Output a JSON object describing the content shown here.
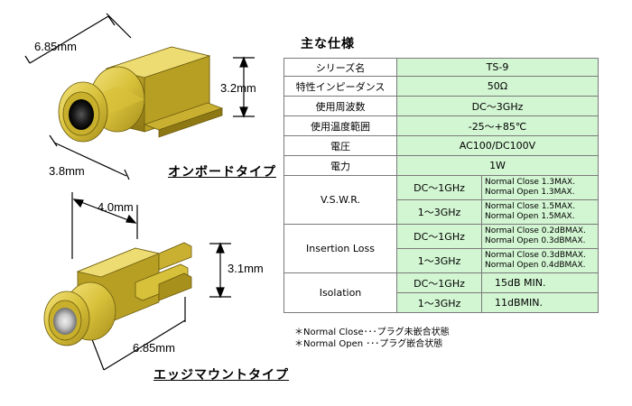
{
  "onboard": {
    "dim_length": "6.85mm",
    "dim_height": "3.2mm",
    "dim_width": "3.8mm",
    "caption": "オンボードタイプ"
  },
  "edge": {
    "dim_top": "4.0mm",
    "dim_height": "3.1mm",
    "dim_length": "6.85mm",
    "caption": "エッジマウントタイプ"
  },
  "spec": {
    "title": "主な仕様",
    "rows": [
      {
        "label": "シリーズ名",
        "value": "TS-9"
      },
      {
        "label": "特性インピーダンス",
        "value": "50Ω"
      },
      {
        "label": "使用周波数",
        "value": "DC～3GHz"
      },
      {
        "label": "使用温度範囲",
        "value": "-25～+85℃"
      },
      {
        "label": "電圧",
        "value": "AC100/DC100V"
      },
      {
        "label": "電力",
        "value": "1W"
      }
    ],
    "groups": [
      {
        "label": "V.S.W.R.",
        "sub": [
          {
            "range": "DC～1GHz",
            "line1": "Normal Close 1.3MAX.",
            "line2": "Normal Open  1.3MAX."
          },
          {
            "range": "1～3GHz",
            "line1": "Normal Close 1.5MAX.",
            "line2": "Normal Open  1.5MAX."
          }
        ]
      },
      {
        "label": "Insertion  Loss",
        "sub": [
          {
            "range": "DC～1GHz",
            "line1": "Normal Close 0.2dBMAX.",
            "line2": "Normal Open  0.3dBMAX."
          },
          {
            "range": "1～3GHz",
            "line1": "Normal Close 0.3dBMAX.",
            "line2": "Normal Open  0.4dBMAX."
          }
        ]
      },
      {
        "label": "Isolation",
        "sub": [
          {
            "range": "DC～1GHz",
            "value": "15dB MIN."
          },
          {
            "range": "1～3GHz",
            "value": "11dBMIN."
          }
        ]
      }
    ]
  },
  "notes": [
    "＊Normal Close･･･プラグ未嵌合状態",
    "＊Normal Open ･･･プラグ嵌合状態"
  ],
  "colors": {
    "value_bg": "#d2f5d2",
    "connector_body": "#d9c23a",
    "border": "#7a7a7a"
  }
}
